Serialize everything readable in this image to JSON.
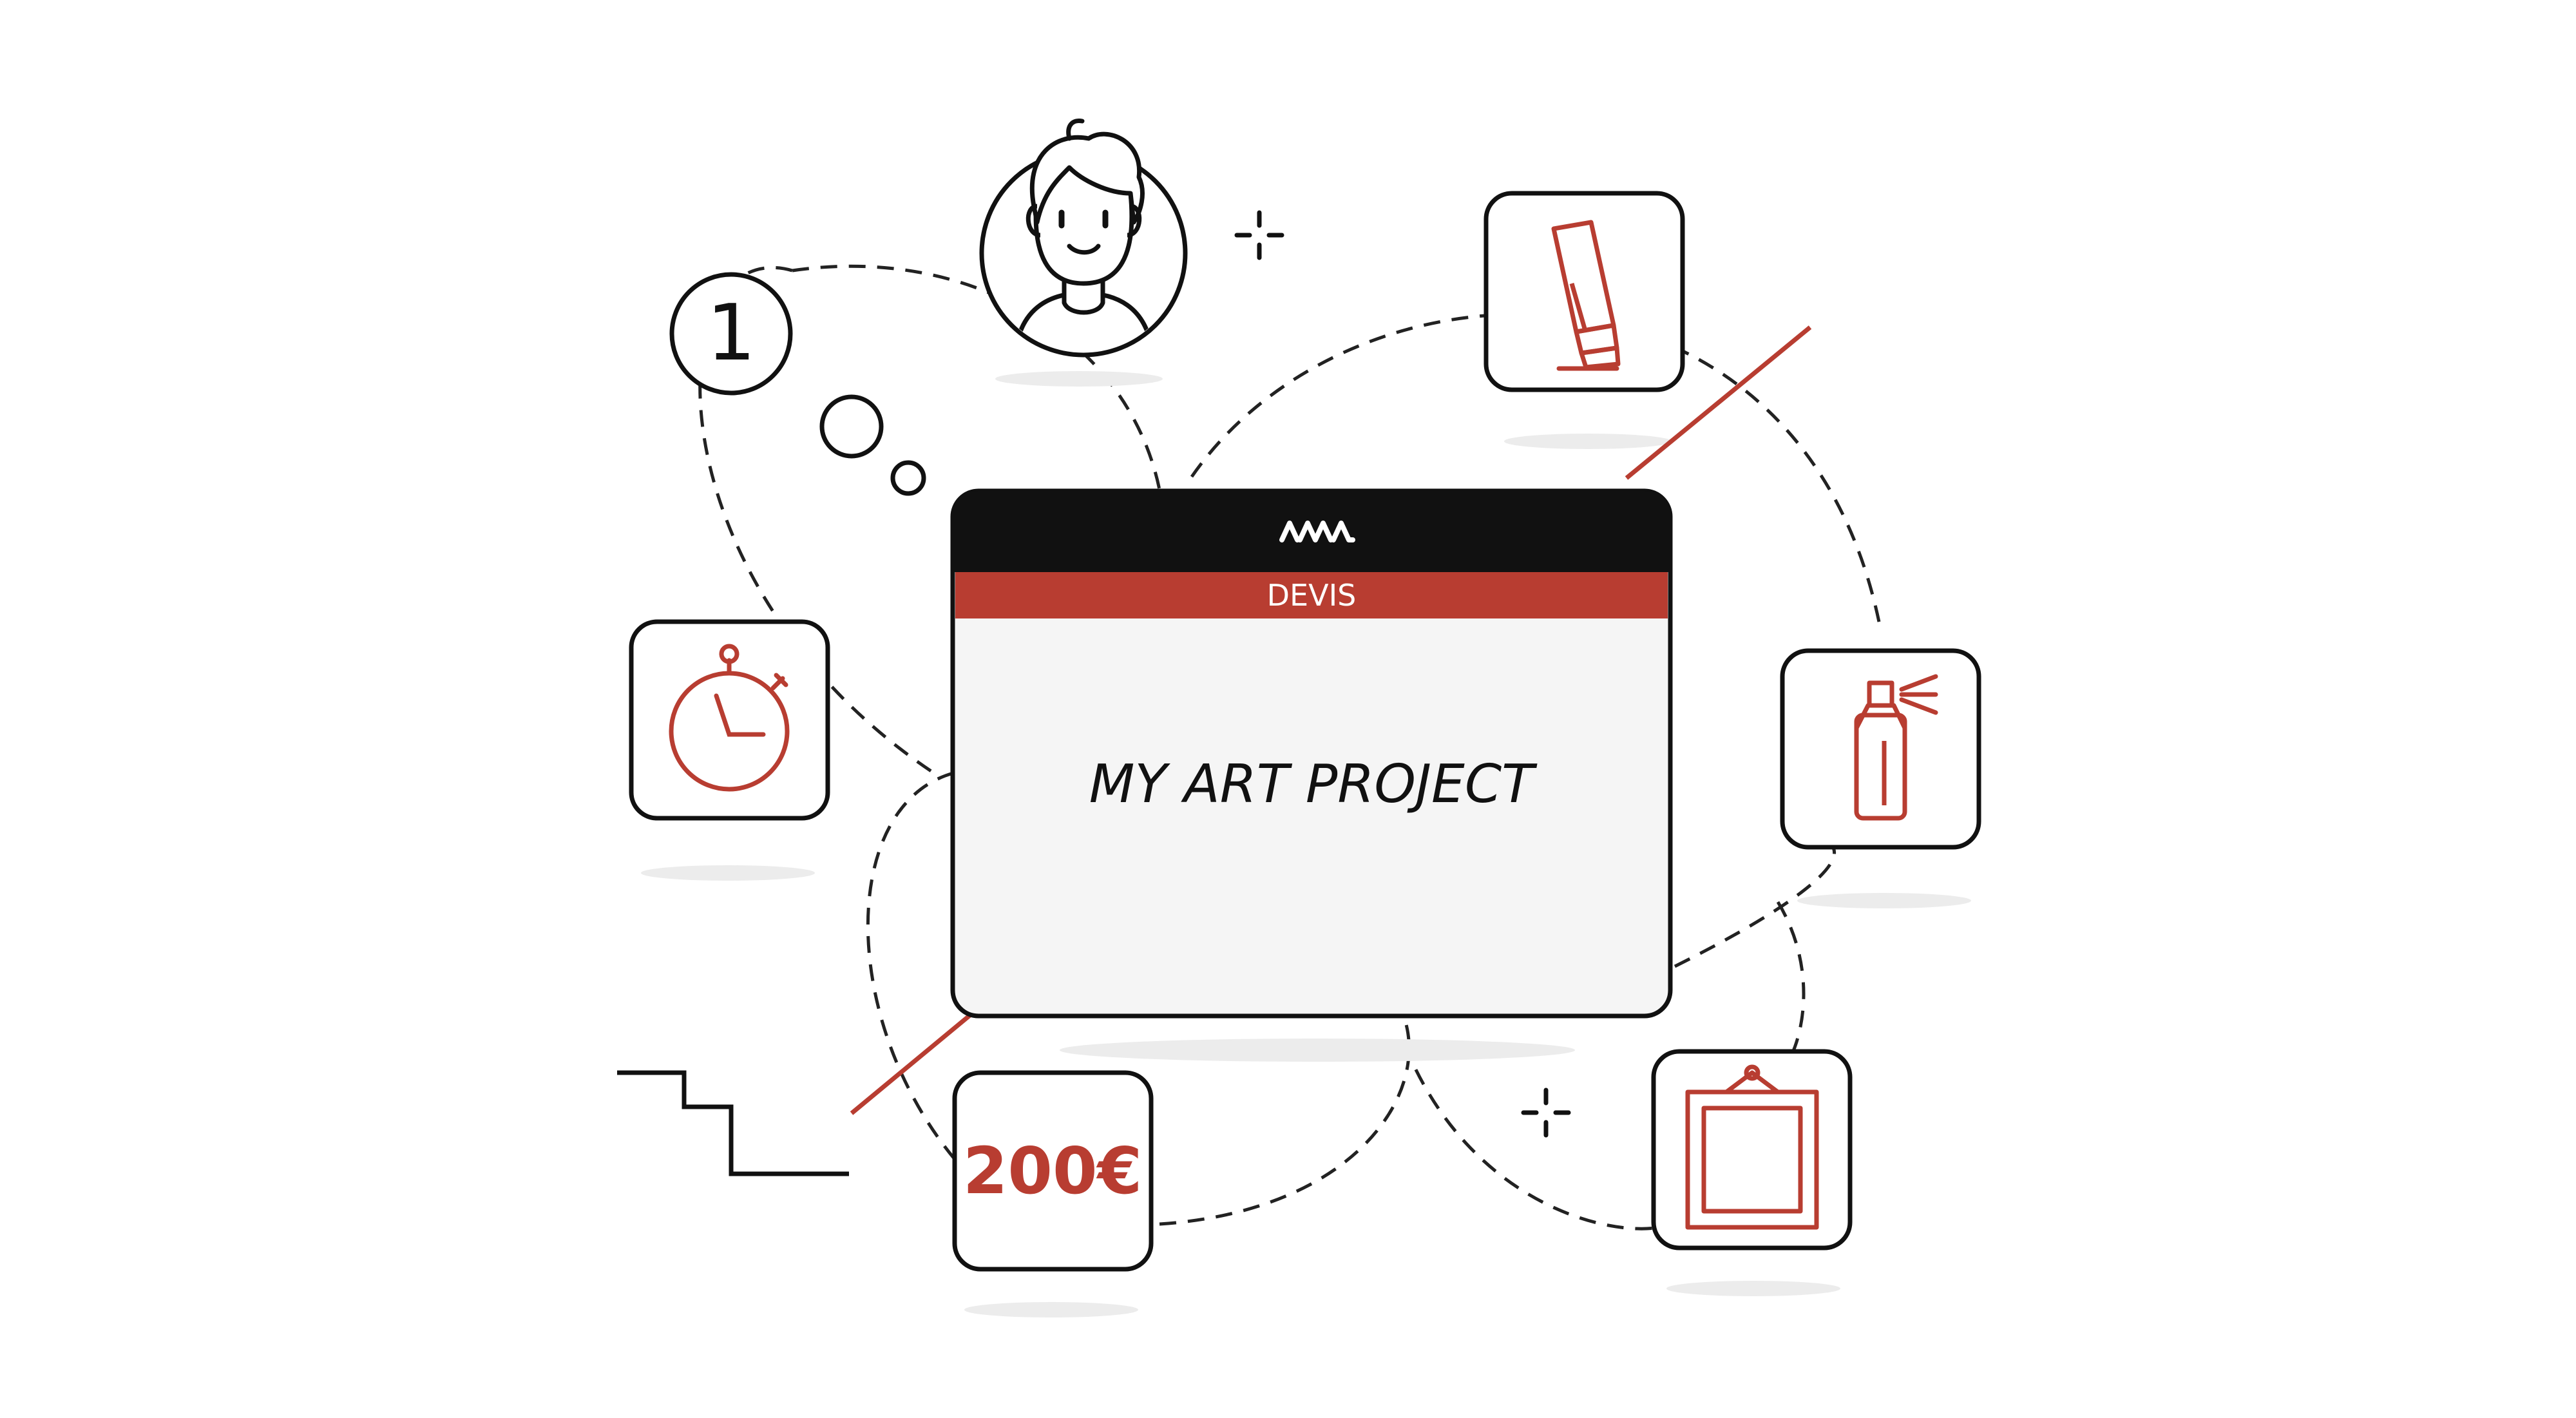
{
  "header_band": {
    "label": "DEVIS"
  },
  "card": {
    "title": "MY ART PROJECT"
  },
  "price_tile": {
    "label": "200€"
  },
  "step_bubble": {
    "label": "1"
  },
  "colors": {
    "accent": "#b83d31",
    "ink": "#111111",
    "card_fill": "#f5f5f5",
    "shadow": "#ececec"
  },
  "icons": [
    "logo-icon",
    "avatar-icon",
    "stopwatch-icon",
    "marker-icon",
    "spray-can-icon",
    "frame-icon",
    "stairs-icon",
    "sparkle-icon",
    "thought-bubble-icon"
  ]
}
